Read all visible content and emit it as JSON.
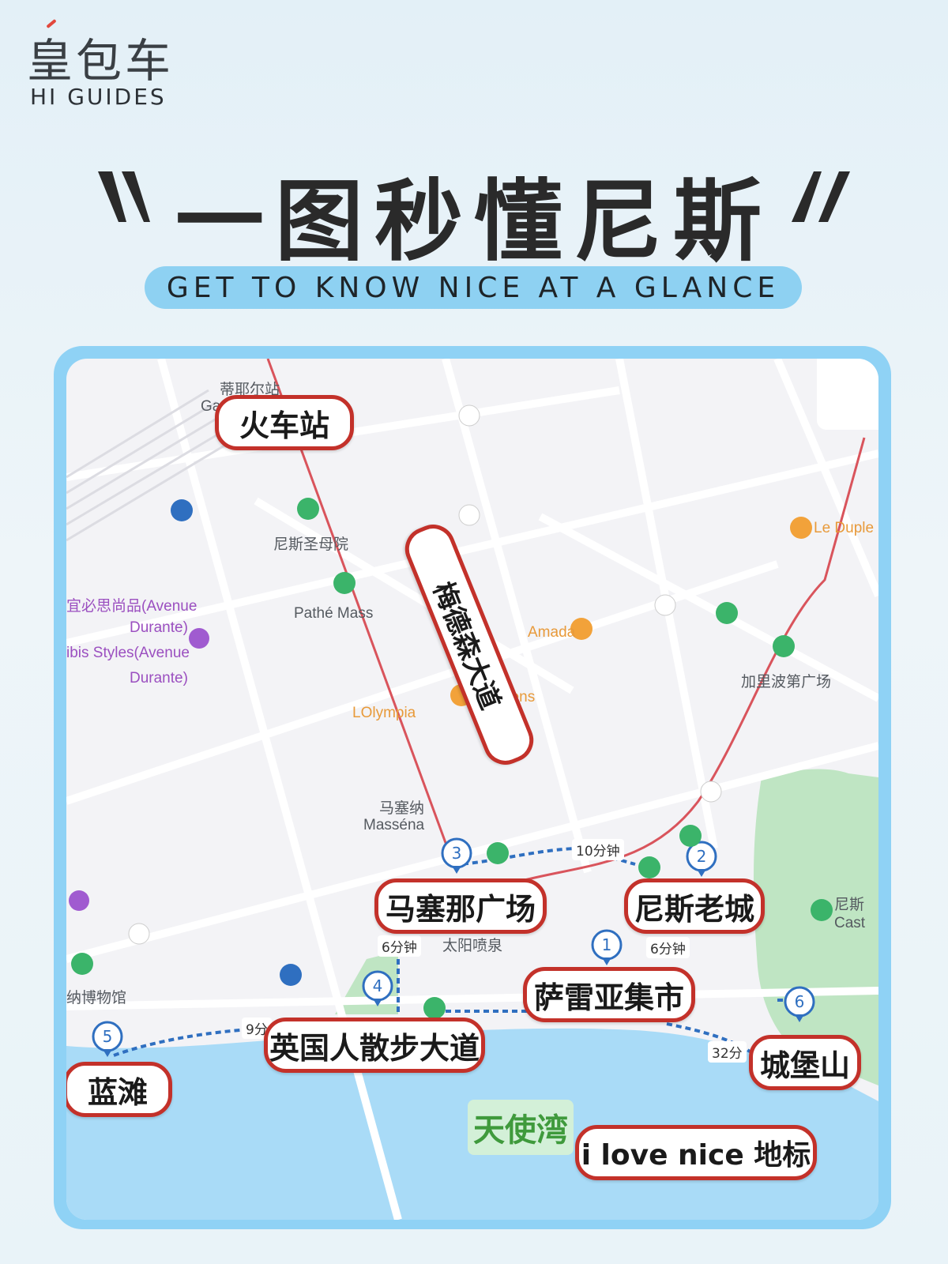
{
  "brand": {
    "name_cn": "皇包车",
    "name_en": "HI GUIDES",
    "accent": "#e2483d"
  },
  "title": "一图秒懂尼斯",
  "subtitle": "GET TO KNOW NICE AT A GLANCE",
  "colors": {
    "label_border": "#c3312a",
    "frame": "#8fd2f5",
    "sea": "#a9dbf7",
    "park": "#bfe5c3",
    "route": "#d9545c",
    "walk_path": "#2f6fc0"
  },
  "map": {
    "labels": {
      "train_station": "火车站",
      "medecin_avenue": "梅德森大道",
      "massena_square": "马塞那广场",
      "old_town": "尼斯老城",
      "saleya_market": "萨雷亚集市",
      "promenade": "英国人散步大道",
      "blue_beach": "蓝滩",
      "castle_hill": "城堡山",
      "i_love_nice": "i love nice 地标",
      "bay": "天使湾"
    },
    "pois": {
      "tiers_station": "蒂耶尔站",
      "gare": "Gar",
      "cathedral": "尼斯圣母院",
      "pathe": "Pathé Mass",
      "avenue_durante_1a": "宜必思尚品(Avenue",
      "avenue_durante_1b": "Durante)",
      "ibis_styles_a": "ibis Styles(Avenue",
      "ibis_styles_b": "Durante)",
      "amada": "Amada",
      "les_sens": "Les Sens",
      "lolympia": "LOlympia",
      "le_duple": "Le Duple",
      "garibaldi": "加里波第广场",
      "massena_cn": "马塞纳",
      "massena_fr": "Masséna",
      "fountain": "太阳喷泉",
      "museum": "纳博物馆",
      "castle_cn": "尼斯",
      "castle_fr": "Cast"
    },
    "walk_times": {
      "t10": "10分钟",
      "t6a": "6分钟",
      "t6b": "6分钟",
      "t9": "9分",
      "t32": "32分"
    },
    "markers": [
      "1",
      "2",
      "3",
      "4",
      "5",
      "6"
    ]
  }
}
